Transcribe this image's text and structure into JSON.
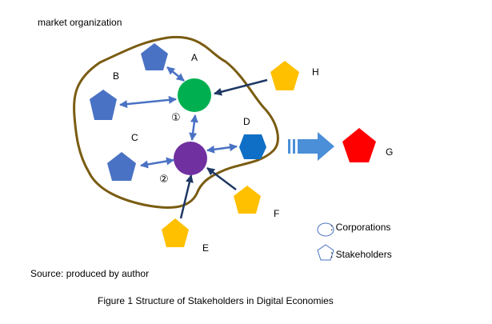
{
  "diagram": {
    "region_label": "market organization",
    "node_labels": {
      "A": "A",
      "B": "B",
      "C": "C",
      "D": "D",
      "E": "E",
      "F": "F",
      "G": "G",
      "H": "H"
    },
    "center_markers": {
      "one": "①",
      "two": "②"
    },
    "legend": {
      "corporations": ": Corporations",
      "stakeholders": ": Stakeholders"
    },
    "source": "Source: produced by author",
    "caption": "Figure 1 Structure of Stakeholders in Digital Economies",
    "colors": {
      "outline": "#7a5c12",
      "stakeholder_inside": "#4a72c4",
      "stakeholder_outside": "#ffc000",
      "stakeholder_D": "#0f6fc6",
      "target_G": "#ff0000",
      "corporation_1": "#00b050",
      "corporation_2": "#7030a0",
      "arrow_double": "#4a72c4",
      "arrow_single": "#1f3864",
      "block_arrow": "#4a8fd8"
    }
  }
}
